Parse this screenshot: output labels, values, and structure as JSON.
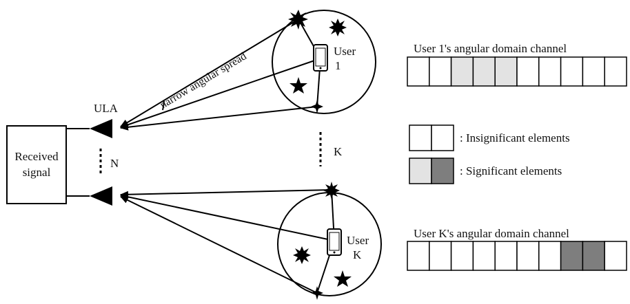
{
  "receiver": {
    "label_line1": "Received",
    "label_line2": "signal"
  },
  "antenna": {
    "ula_label": "ULA",
    "n_label": "N"
  },
  "users_dots_label": "K",
  "spread_label": "narrow angular spread",
  "user1": {
    "label_line1": "User",
    "label_line2": "1",
    "channel_title": "User 1's angular domain channel",
    "cells": [
      "none",
      "none",
      "light",
      "light",
      "light",
      "none",
      "none",
      "none",
      "none",
      "none"
    ]
  },
  "userK": {
    "label_line1": "User",
    "label_line2": "K",
    "channel_title": "User K's angular domain channel",
    "cells": [
      "none",
      "none",
      "none",
      "none",
      "none",
      "none",
      "none",
      "dark",
      "dark",
      "none"
    ]
  },
  "legend": {
    "insignificant_label": ": Insignificant elements",
    "significant_label": ": Significant elements"
  },
  "colors": {
    "light_cell": "#e3e3e3",
    "dark_cell": "#7e7e7e",
    "empty_cell": "#ffffff",
    "stroke": "#000000"
  },
  "icons": [
    "phone-icon",
    "scatterer-icon",
    "star-icon",
    "antenna-icon"
  ]
}
